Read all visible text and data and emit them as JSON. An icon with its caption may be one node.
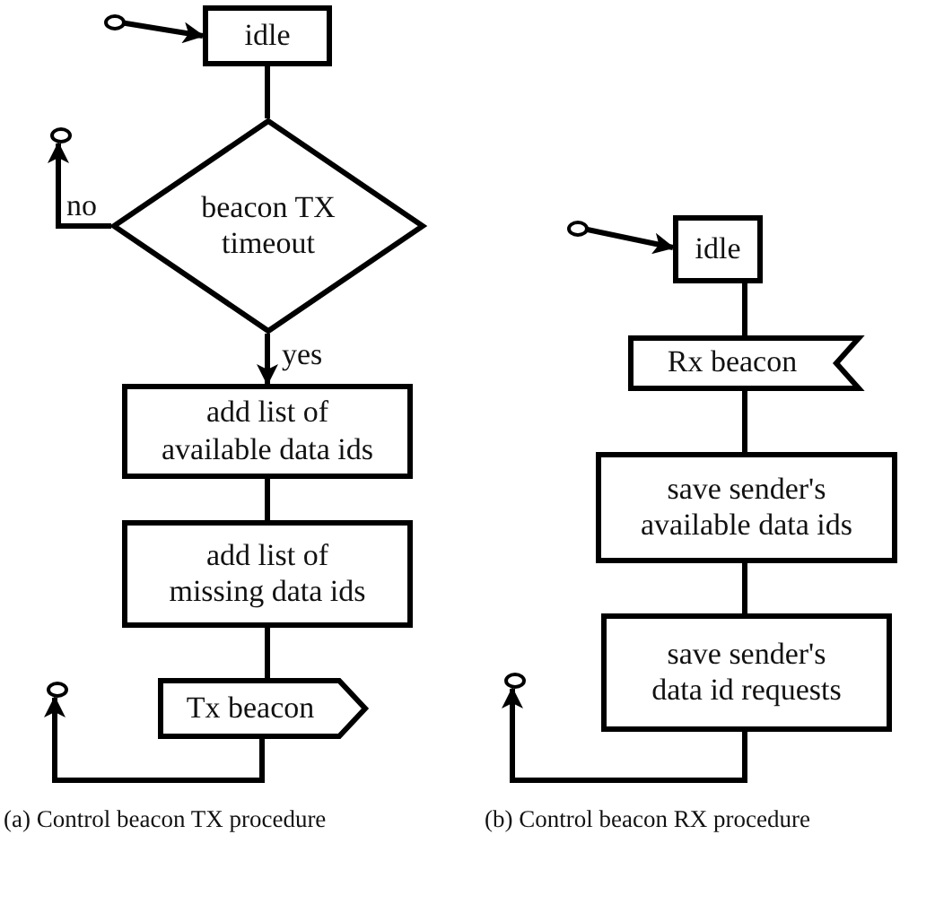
{
  "diagram": {
    "nodes": [
      {
        "text": [],
        "shape": "circle"
      },
      {
        "text": [
          "idle"
        ]
      },
      {
        "text": [
          "beacon TX timeout"
        ]
      },
      {
        "text": [],
        "shape": "circle"
      },
      {
        "text": [
          "add list of available data ids"
        ]
      },
      {
        "text": [
          "add list of missing data ids"
        ]
      },
      {
        "text": [
          "Tx beacon"
        ]
      },
      {
        "text": [],
        "shape": "circle"
      },
      {
        "text": [],
        "shape": "circle"
      },
      {
        "text": [
          "idle"
        ]
      },
      {
        "text": [
          "Rx beacon"
        ]
      },
      {
        "text": [
          "save sender's available data ids"
        ]
      },
      {
        "text": [
          "save sender's data id requests"
        ]
      },
      {
        "text": [],
        "shape": "circle"
      }
    ],
    "edges": [
      {
        "from": 0,
        "to": 1,
        "arrow": "to"
      },
      {
        "from": 1,
        "to": 2,
        "arrow": "none"
      },
      {
        "from": 2,
        "to": 3,
        "arrow": "to",
        "label": "no"
      },
      {
        "from": 2,
        "to": 4,
        "arrow": "to",
        "label": "yes"
      },
      {
        "from": 4,
        "to": 5,
        "arrow": "none"
      },
      {
        "from": 5,
        "to": 6,
        "arrow": "none"
      },
      {
        "from": 6,
        "to": 7,
        "arrow": "to"
      },
      {
        "from": 8,
        "to": 9,
        "arrow": "to"
      },
      {
        "from": 9,
        "to": 10,
        "arrow": "none"
      },
      {
        "from": 10,
        "to": 11,
        "arrow": "none"
      },
      {
        "from": 11,
        "to": 12,
        "arrow": "none"
      },
      {
        "from": 12,
        "to": 13,
        "arrow": "to"
      }
    ],
    "labels": [
      "(a) Control beacon TX procedure",
      "(b) Control beacon RX procedure"
    ]
  }
}
